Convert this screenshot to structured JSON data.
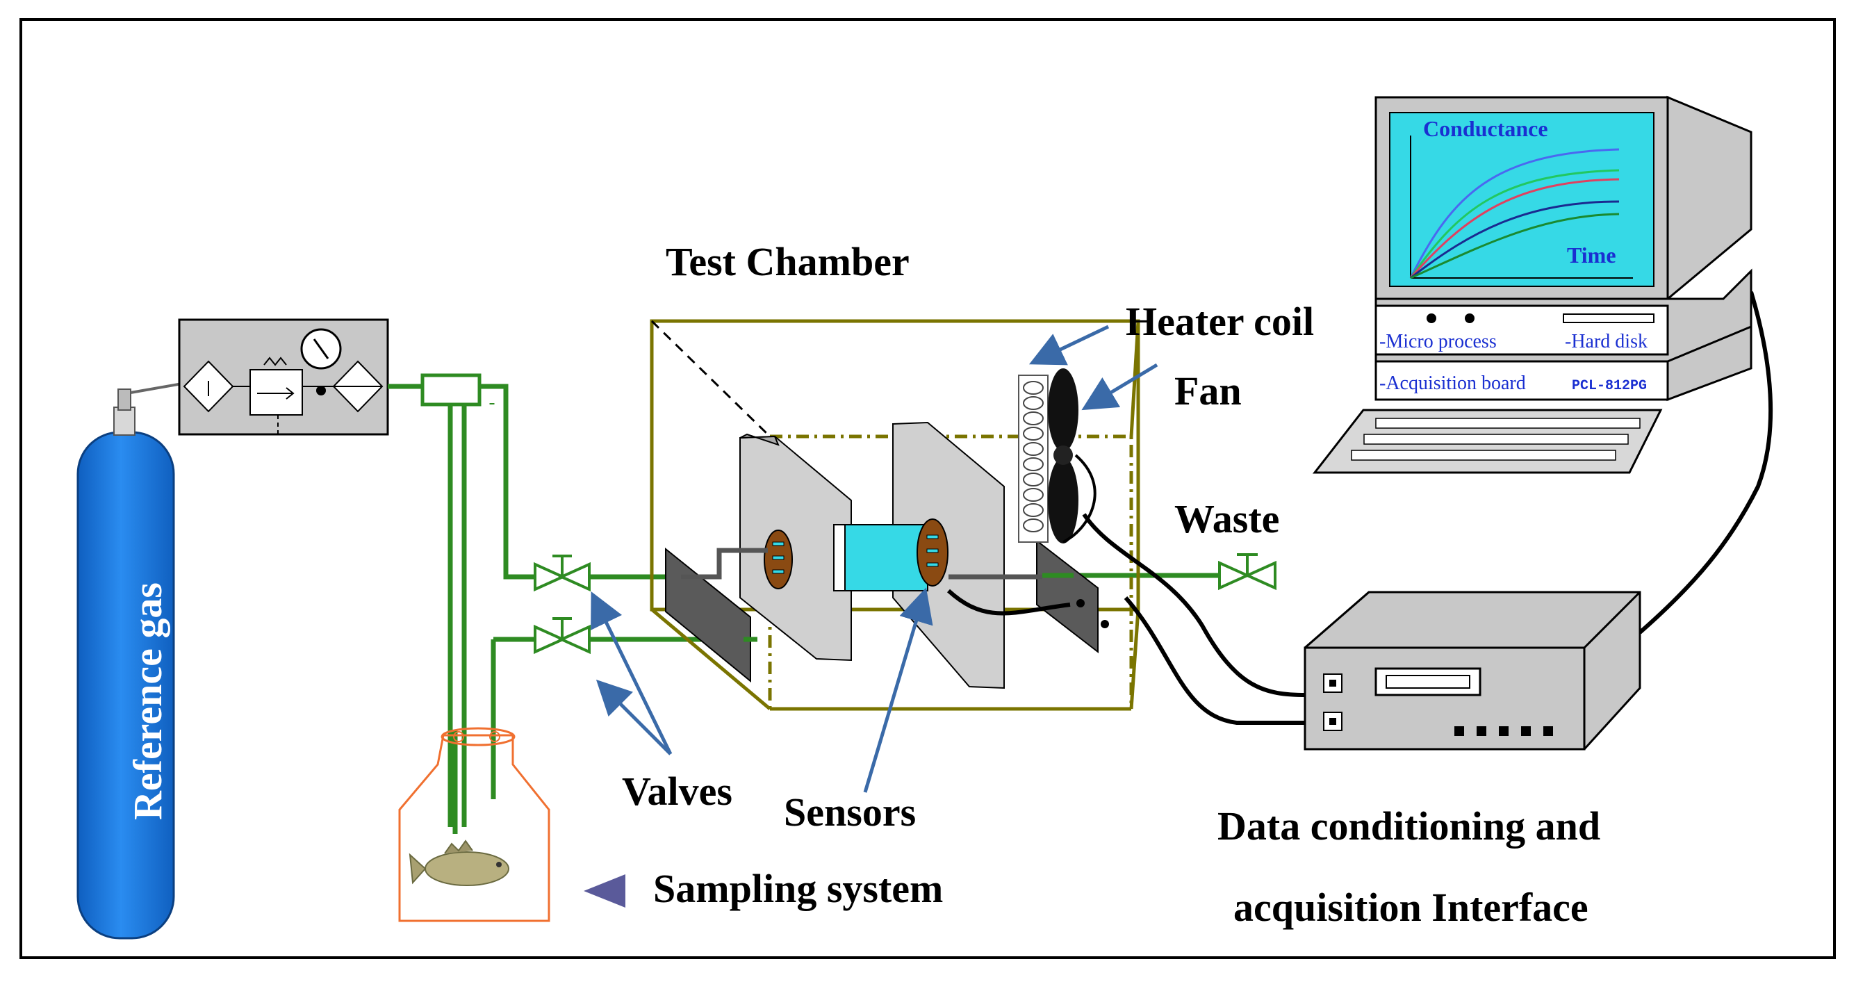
{
  "labels": {
    "test_chamber": "Test Chamber",
    "heater_coil": "Heater coil",
    "fan": "Fan",
    "waste": "Waste",
    "valves": "Valves",
    "sensors": "Sensors",
    "sampling_system": "Sampling system",
    "interface_line1": "Data conditioning and",
    "interface_line2": "acquisition Interface",
    "reference_gas": "Reference gas"
  },
  "monitor": {
    "y_label": "Conductance",
    "x_label": "Time",
    "panel_micro": "-Micro process",
    "panel_disk": "-Hard disk",
    "panel_acq": "-Acquisition board",
    "panel_board_id": "PCL-812PG"
  },
  "colors": {
    "pipe": "#2e8b22",
    "cylinder": "#1e7fe0",
    "chamber_frame": "#7a7400",
    "screen": "#36d9e6",
    "arrow": "#3a6aa8",
    "jar": "#f07030"
  }
}
